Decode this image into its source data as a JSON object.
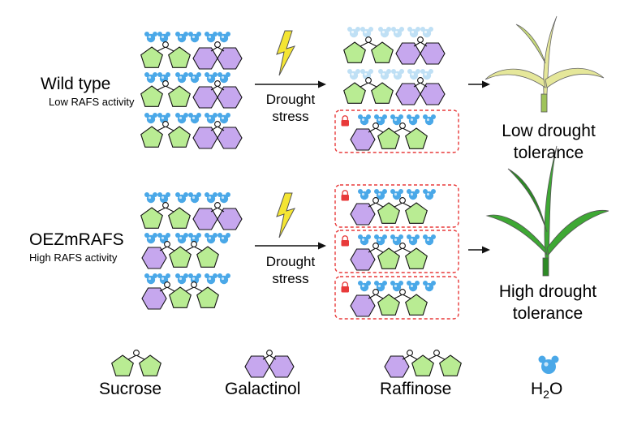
{
  "wild_type": {
    "title": "Wild type",
    "subtitle": "Low RAFS activity",
    "stress_line1": "Drought",
    "stress_line2": "stress",
    "result_line1": "Low drought",
    "result_line2": "tolerance"
  },
  "oe": {
    "title": "OEZmRAFS",
    "subtitle": "High RAFS activity",
    "stress_line1": "Drought",
    "stress_line2": "stress",
    "result_line1": "High drought",
    "result_line2": "tolerance"
  },
  "legend": {
    "sucrose": "Sucrose",
    "galactinol": "Galactinol",
    "raffinose": "Raffinose",
    "water_main": "H",
    "water_sub": "2",
    "water_end": "O"
  },
  "colors": {
    "sucrose_fill": "#b9ec93",
    "galactinol_fill": "#c6a7ee",
    "water": "#4aa8e8",
    "water_faded": "#bfe0f5",
    "lock_box": "#e83a3a",
    "bolt": "#f4e533",
    "plant_low": "#e5e79a",
    "plant_high": "#3ea834"
  },
  "icons": [
    "lightning-bolt-icon",
    "lock-icon",
    "arrow-right-icon",
    "plant-wilted-icon",
    "plant-healthy-icon",
    "water-molecule-icon"
  ]
}
